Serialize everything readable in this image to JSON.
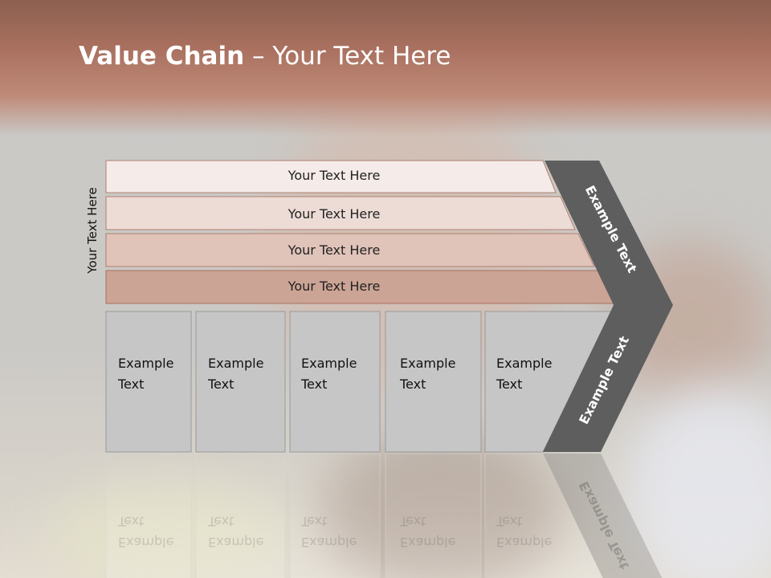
{
  "slide": {
    "title_bold": "Value Chain",
    "title_rest": " – Your Text Here",
    "side_label": "Your Text Here",
    "tiers": [
      {
        "label": "Your Text Here",
        "color": "#f5ebe8"
      },
      {
        "label": "Your Text Here",
        "color": "#eddcd6"
      },
      {
        "label": "Your Text Here",
        "color": "#e0c3b9"
      },
      {
        "label": "Your Text Here",
        "color": "#cca495"
      }
    ],
    "boxes": [
      {
        "line1": "Example",
        "line2": "Text"
      },
      {
        "line1": "Example",
        "line2": "Text"
      },
      {
        "line1": "Example",
        "line2": "Text"
      },
      {
        "line1": "Example",
        "line2": "Text"
      },
      {
        "line1": "Example",
        "line2": "Text"
      }
    ],
    "chevron_top_text": "Example Text",
    "chevron_bottom_text": "Example Text",
    "colors": {
      "chevron": "#5e5e5e",
      "box": "#c6c6c6",
      "header": "#a9705f"
    }
  }
}
